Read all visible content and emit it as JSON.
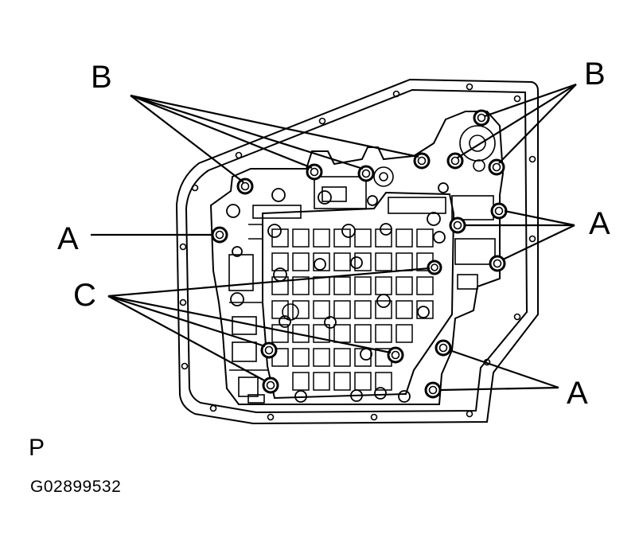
{
  "labels": {
    "b_left": "B",
    "b_right": "B",
    "a_left": "A",
    "a_right_upper": "A",
    "c_left": "C",
    "a_right_lower": "A"
  },
  "caption": {
    "mark": "P",
    "figure_id": "G02899532"
  }
}
